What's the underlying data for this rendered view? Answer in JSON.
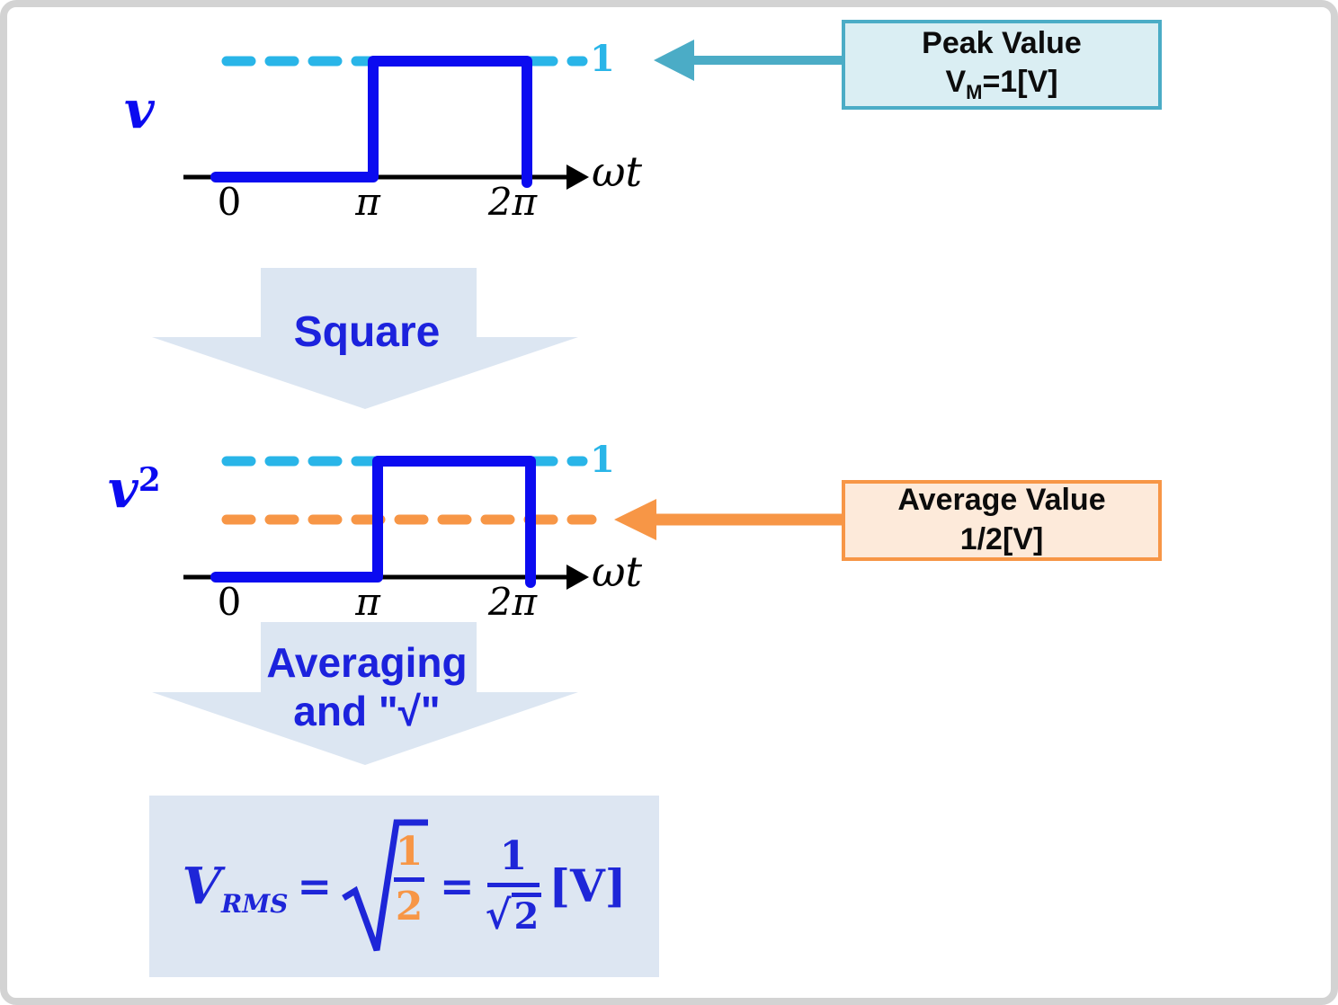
{
  "colors": {
    "wave_blue": "#0b0bf0",
    "accent_cyan": "#29b5e8",
    "accent_orange": "#f79646",
    "accent_teal": "#4bacc6",
    "teal_fill": "#daeef3",
    "orange_fill": "#fdeada",
    "panel_fill": "#dde6f2",
    "text_blue": "#1c22dd",
    "frame_gray": "#d3d3d3"
  },
  "graph_v": {
    "y_label": "v",
    "level_label": "1",
    "axis_label": "ωt",
    "tick_0": "0",
    "tick_pi": "π",
    "tick_2pi": "2π"
  },
  "peak_callout": {
    "title": "Peak Value",
    "value_v": "V",
    "value_sub": "M",
    "value_rest": "=1[V]"
  },
  "square_arrow": {
    "label": "Square"
  },
  "graph_v2": {
    "y_label": "v",
    "y_label_sup": "2",
    "level_label": "1",
    "axis_label": "ωt",
    "tick_0": "0",
    "tick_pi": "π",
    "tick_2pi": "2π"
  },
  "average_callout": {
    "title": "Average Value",
    "value": "1/2[V]"
  },
  "averaging_arrow": {
    "line1": "Averaging",
    "line2": "and \"√\""
  },
  "formula": {
    "var": "V",
    "var_sub": "RMS",
    "eq1": "=",
    "sqrt1_num": "1",
    "sqrt1_den": "2",
    "eq2": "=",
    "frac_num": "1",
    "rad_symbol": "√",
    "rad_arg": "2",
    "unit": "[V]"
  },
  "chart_data": [
    {
      "type": "line",
      "name": "v waveform",
      "xlabel": "ωt",
      "x_ticks": [
        "0",
        "π",
        "2π"
      ],
      "points": [
        [
          0,
          0
        ],
        [
          3.1416,
          0
        ],
        [
          3.1416,
          1
        ],
        [
          6.2832,
          1
        ],
        [
          6.2832,
          0
        ]
      ],
      "reference_lines": [
        {
          "y": 1,
          "label": "1",
          "style": "dashed",
          "color": "#29b5e8"
        }
      ]
    },
    {
      "type": "line",
      "name": "v² waveform",
      "xlabel": "ωt",
      "x_ticks": [
        "0",
        "π",
        "2π"
      ],
      "points": [
        [
          0,
          0
        ],
        [
          3.1416,
          0
        ],
        [
          3.1416,
          1
        ],
        [
          6.2832,
          1
        ],
        [
          6.2832,
          0
        ]
      ],
      "reference_lines": [
        {
          "y": 1,
          "label": "1",
          "style": "dashed",
          "color": "#29b5e8"
        },
        {
          "y": 0.5,
          "label": "Average Value 1/2[V]",
          "style": "dashed",
          "color": "#f79646"
        }
      ]
    }
  ]
}
